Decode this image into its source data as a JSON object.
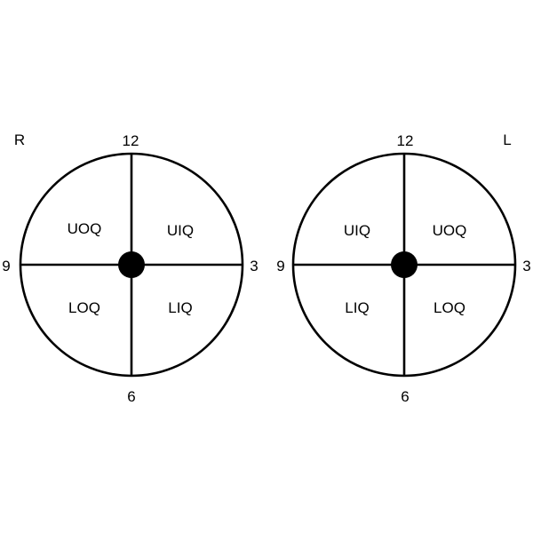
{
  "colors": {
    "ink": "#000000",
    "background": "#ffffff"
  },
  "right_breast": {
    "side_label": "R",
    "clock": {
      "top": "12",
      "right": "3",
      "bottom": "6",
      "left": "9"
    },
    "quadrants": {
      "upper_left": "UOQ",
      "upper_right": "UIQ",
      "lower_left": "LOQ",
      "lower_right": "LIQ"
    }
  },
  "left_breast": {
    "side_label": "L",
    "clock": {
      "top": "12",
      "right": "3",
      "bottom": "6",
      "left": "9"
    },
    "quadrants": {
      "upper_left": "UIQ",
      "upper_right": "UOQ",
      "lower_left": "LIQ",
      "lower_right": "LOQ"
    }
  }
}
